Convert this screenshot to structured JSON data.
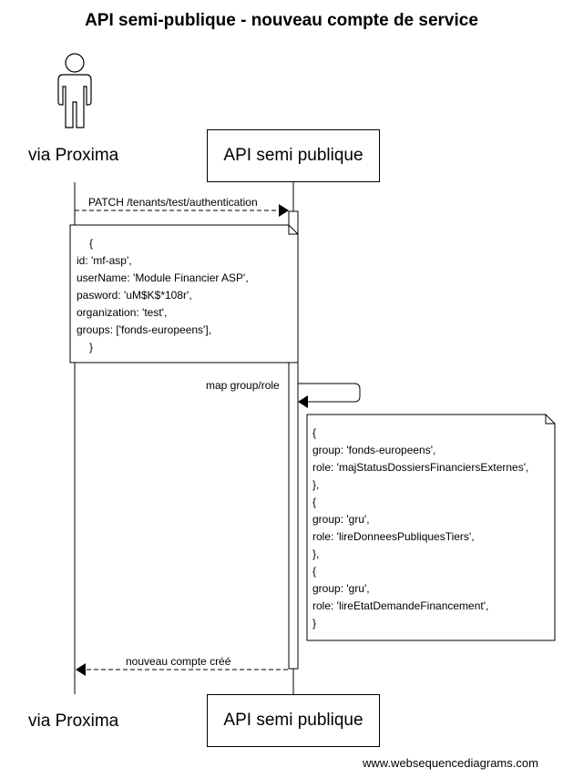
{
  "title": "API semi-publique - nouveau compte de service",
  "participants": {
    "actor": "via Proxima",
    "api": "API semi publique"
  },
  "messages": {
    "request": "PATCH /tenants/test/authentication",
    "self_call": "map group/role",
    "response": "nouveau compte créé"
  },
  "notes": {
    "request_body": [
      "{",
      "id: 'mf-asp',",
      "userName: 'Module Financier ASP',",
      "pasword: 'uM$K$*108r',",
      "organization: 'test',",
      "groups: ['fonds-europeens'],",
      "}"
    ],
    "mapping": [
      "{",
      "group: 'fonds-europeens',",
      "role: 'majStatusDossiersFinanciersExternes',",
      "},",
      "{",
      "group: 'gru',",
      "role: 'lireDonneesPubliquesTiers',",
      "},",
      "{",
      "group: 'gru',",
      "role: 'lireEtatDemandeFinancement',",
      "}"
    ]
  },
  "credit": "www.websequencediagrams.com"
}
